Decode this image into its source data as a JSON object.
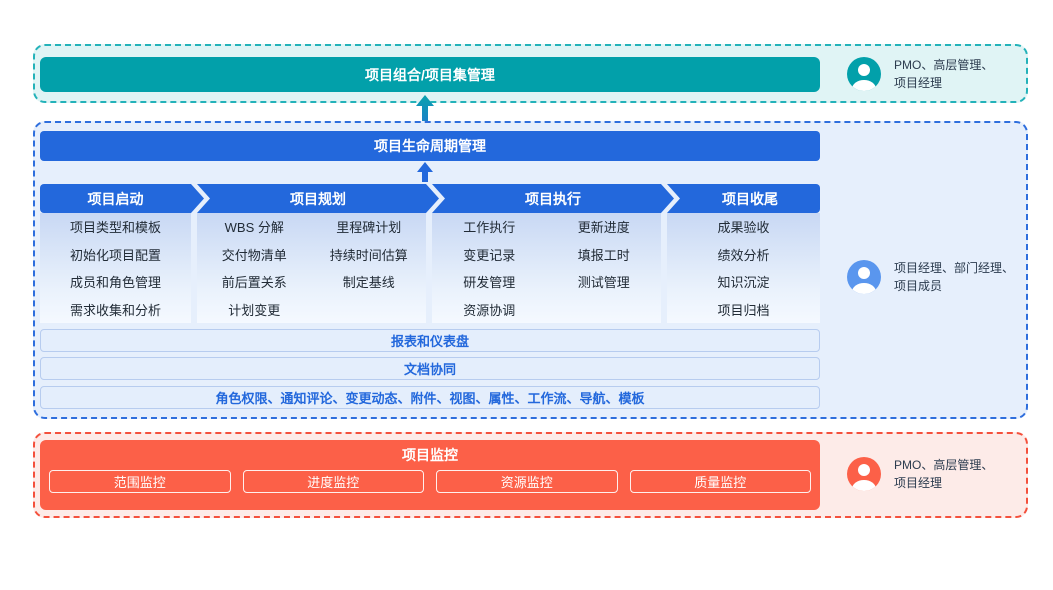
{
  "colors": {
    "teal": "#02A0AA",
    "blue": "#2368DC",
    "red": "#FC6048"
  },
  "portfolio": {
    "banner": "项目组合/项目集管理",
    "roles_line1": "PMO、高层管理、",
    "roles_line2": "项目经理"
  },
  "lifecycle": {
    "banner": "项目生命周期管理",
    "phases": [
      {
        "title": "项目启动",
        "columns": [
          [
            "项目类型和模板",
            "初始化项目配置",
            "成员和角色管理",
            "需求收集和分析"
          ]
        ]
      },
      {
        "title": "项目规划",
        "columns": [
          [
            "WBS 分解",
            "交付物清单",
            "前后置关系",
            "计划变更"
          ],
          [
            "里程碑计划",
            "持续时间估算",
            "制定基线"
          ]
        ]
      },
      {
        "title": "项目执行",
        "columns": [
          [
            "工作执行",
            "变更记录",
            "研发管理",
            "资源协调"
          ],
          [
            "更新进度",
            "填报工时",
            "测试管理"
          ]
        ]
      },
      {
        "title": "项目收尾",
        "columns": [
          [
            "成果验收",
            "绩效分析",
            "知识沉淀",
            "项目归档"
          ]
        ]
      }
    ],
    "bars": [
      "报表和仪表盘",
      "文档协同",
      "角色权限、通知评论、变更动态、附件、视图、属性、工作流、导航、模板"
    ],
    "roles_line1": "项目经理、部门经理、",
    "roles_line2": "项目成员"
  },
  "monitor": {
    "banner": "项目监控",
    "buttons": [
      "范围监控",
      "进度监控",
      "资源监控",
      "质量监控"
    ],
    "roles_line1": "PMO、高层管理、",
    "roles_line2": "项目经理"
  }
}
